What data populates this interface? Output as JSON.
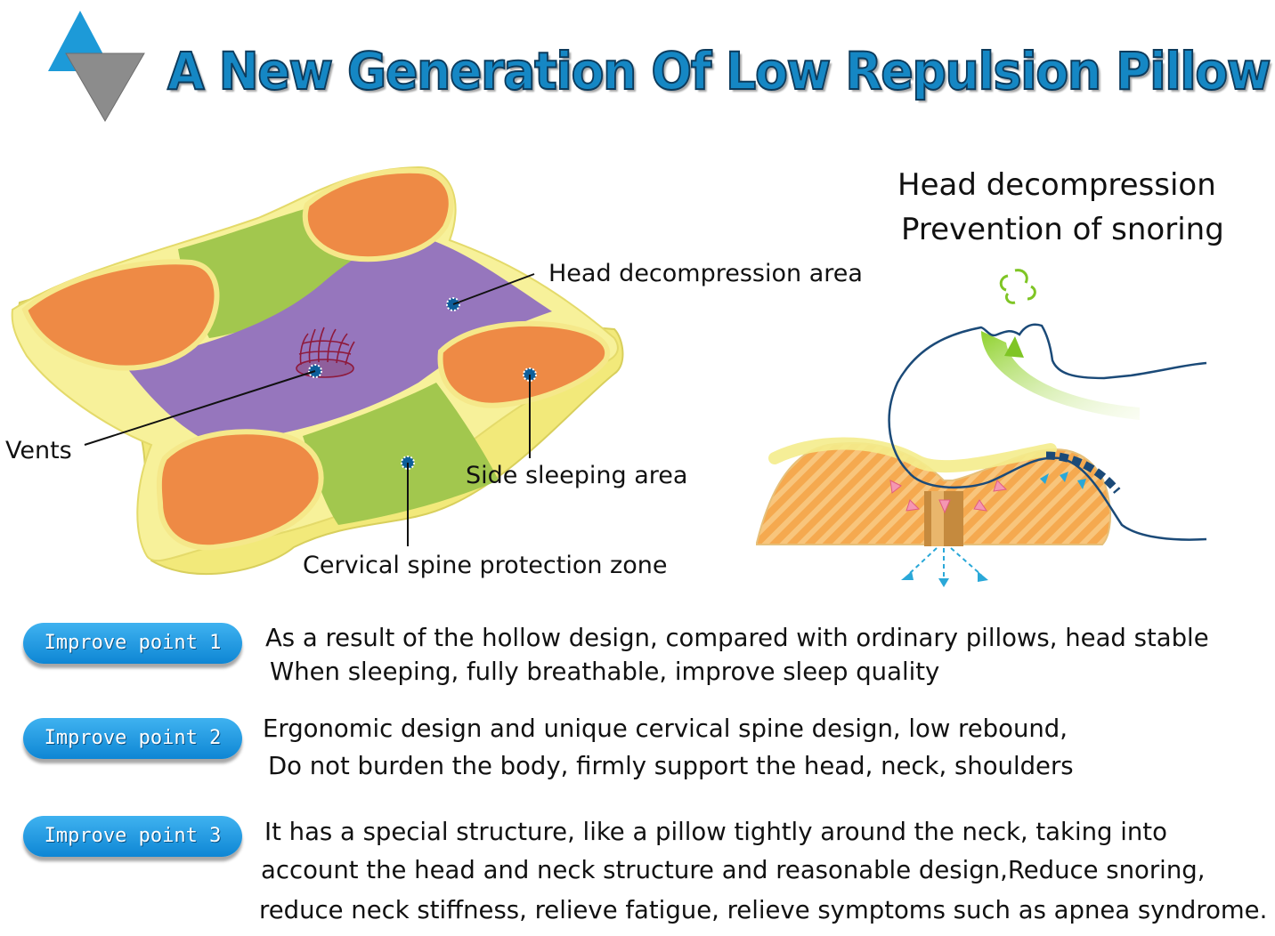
{
  "header": {
    "title": "A New Generation Of Low Repulsion Pillow"
  },
  "colors": {
    "title_fill": "#1587c4",
    "title_outline": "#0d3b5c",
    "pillow_orange": "#ee8a45",
    "pillow_green": "#9dc24c",
    "pillow_purple": "#9675bb",
    "pillow_yellow": "#f5ef8a",
    "badge_blue": "#1b9be0"
  },
  "callouts": {
    "head_area": "Head decompression area",
    "vents": "Vents",
    "side_area": "Side sleeping area",
    "cervical_zone": "Cervical spine protection zone"
  },
  "diagram": {
    "line1": "Head decompression",
    "line2": "Prevention of snoring"
  },
  "points": [
    {
      "label": "Improve point 1",
      "lines": [
        "As a result of the hollow design, compared with ordinary pillows, head stable",
        "When sleeping, fully breathable, improve sleep quality"
      ]
    },
    {
      "label": "Improve point 2",
      "lines": [
        "Ergonomic design and unique cervical spine design, low rebound,",
        "Do not burden the body, firmly support the head, neck, shoulders"
      ]
    },
    {
      "label": "Improve point 3",
      "lines": [
        "It has a special structure, like a pillow tightly around the neck, taking into",
        "account the head and neck structure and reasonable design,Reduce snoring,",
        "reduce neck stiffness, relieve fatigue, relieve symptoms such as apnea syndrome."
      ]
    }
  ]
}
